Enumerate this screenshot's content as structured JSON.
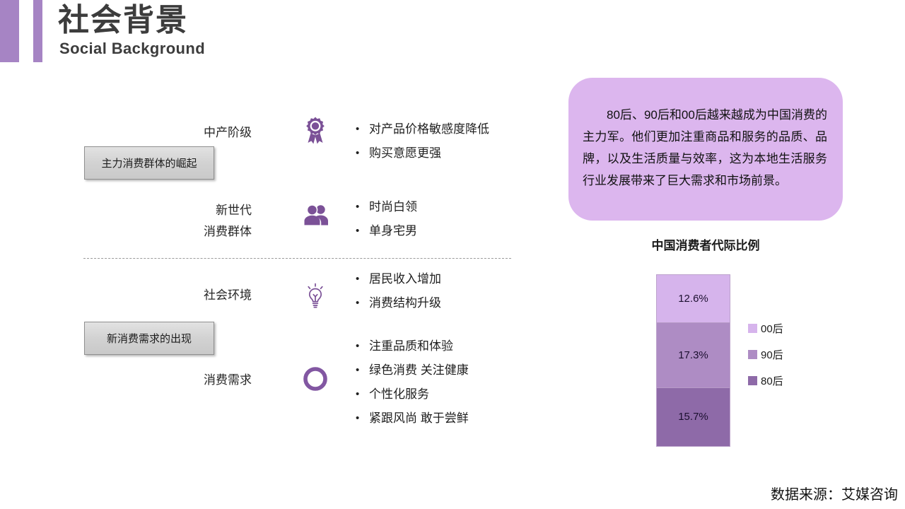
{
  "header": {
    "title": "社会背景",
    "subtitle": "Social Background",
    "accent_color": "#a684c4"
  },
  "left_panel": {
    "groups": [
      {
        "label": "主力消费群体的崛起"
      },
      {
        "label": "新消费需求的出现"
      }
    ],
    "rows": [
      {
        "title": "中产阶级",
        "icon": "award-rosette-icon",
        "bullets": [
          "对产品价格敏感度降低",
          "购买意愿更强"
        ]
      },
      {
        "title": "新世代\n消费群体",
        "title_line1": "新世代",
        "title_line2": "消费群体",
        "icon": "two-people-icon",
        "bullets": [
          "时尚白领",
          "单身宅男"
        ]
      },
      {
        "title": "社会环境",
        "icon": "lightbulb-icon",
        "bullets": [
          "居民收入增加",
          "消费结构升级"
        ]
      },
      {
        "title": "消费需求",
        "icon": "ring-circle-icon",
        "bullets": [
          "注重品质和体验",
          "绿色消费 关注健康",
          "个性化服务",
          "紧跟风尚 敢于尝鲜"
        ]
      }
    ],
    "icon_color": "#7b5197",
    "divider": "dashed"
  },
  "callout": {
    "text": "80后、90后和00后越来越成为中国消费的主力军。他们更加注重商品和服务的品质、品牌，以及生活质量与效率，这为本地生活服务行业发展带来了巨大需求和市场前景。",
    "background_color": "#dcb6ee"
  },
  "chart_data": {
    "type": "bar",
    "title": "中国消费者代际比例",
    "xlabel": "",
    "ylabel": "",
    "categories": [
      "中国消费者"
    ],
    "stacked": true,
    "legend_position": "right",
    "grid": false,
    "series": [
      {
        "name": "00后",
        "values": [
          12.6
        ],
        "label": "12.6%",
        "color": "#d6b4ec"
      },
      {
        "name": "90后",
        "values": [
          17.3
        ],
        "label": "17.3%",
        "color": "#ae8cc4"
      },
      {
        "name": "80后",
        "values": [
          15.7
        ],
        "label": "15.7%",
        "color": "#8e6aa8"
      }
    ]
  },
  "footer": {
    "source": "数据来源：艾媒咨询"
  }
}
